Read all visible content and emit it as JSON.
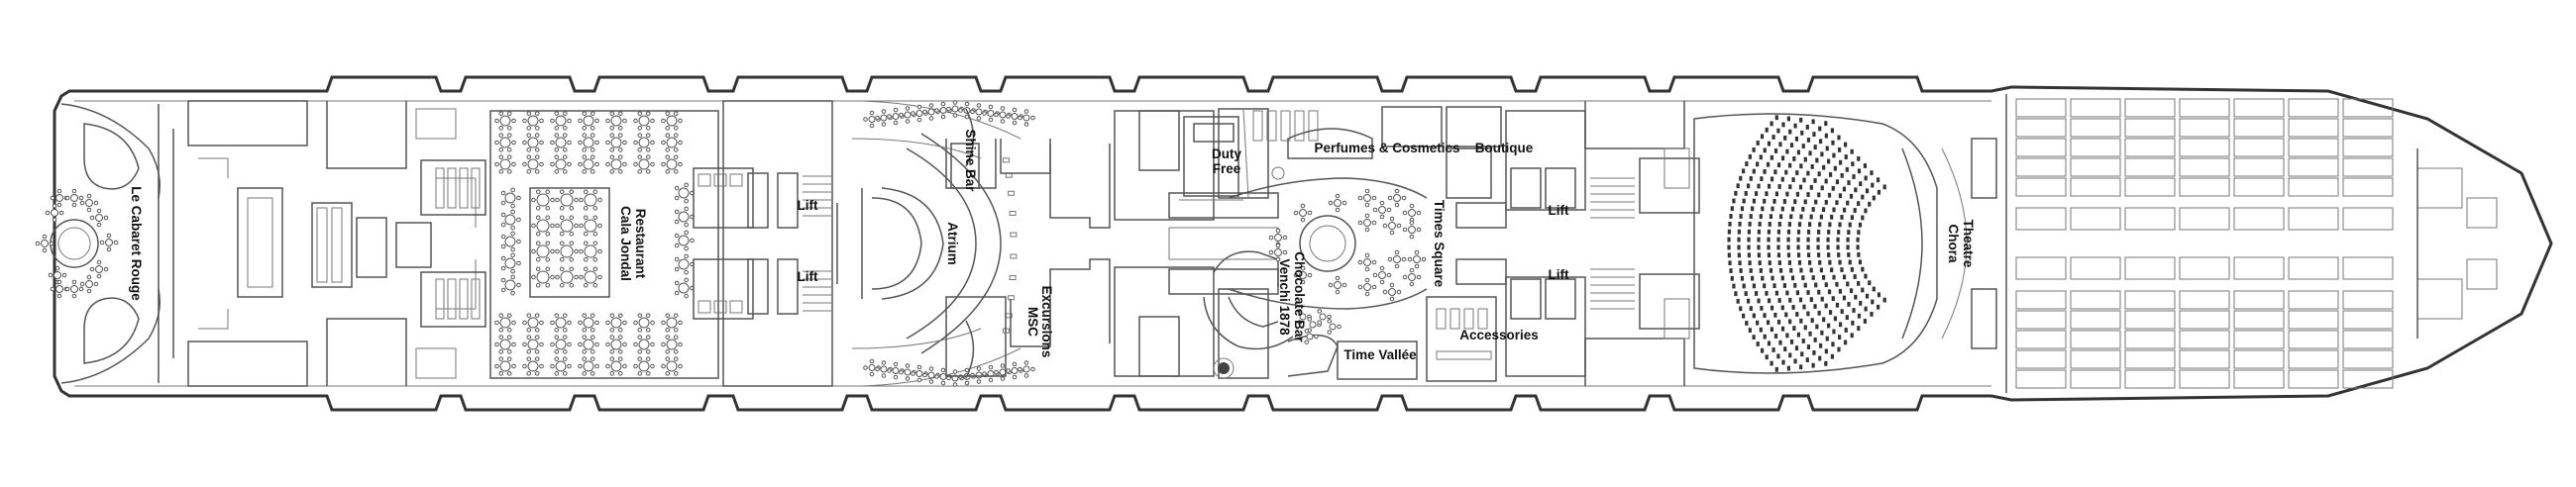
{
  "venues": {
    "le_cabaret_rouge": "Le Cabaret Rouge",
    "cala_jondal": "Cala Jondal",
    "restaurant": "Restaurant",
    "lift": "Lift",
    "atrium": "Atrium",
    "shine_bar": "Shine Bar",
    "msc": "MSC",
    "excursions": "Excursions",
    "duty": "Duty",
    "free": "Free",
    "venchi": "Venchi 1878",
    "chocolate_bar": "Chocolate Bar",
    "perfumes_cosmetics": "Perfumes & Cosmetics",
    "boutique": "Boutique",
    "times_square": "Times Square",
    "time_vallee": "Time Vallée",
    "accessories": "Accessories",
    "chora": "Chora",
    "theatre": "Theatre"
  }
}
